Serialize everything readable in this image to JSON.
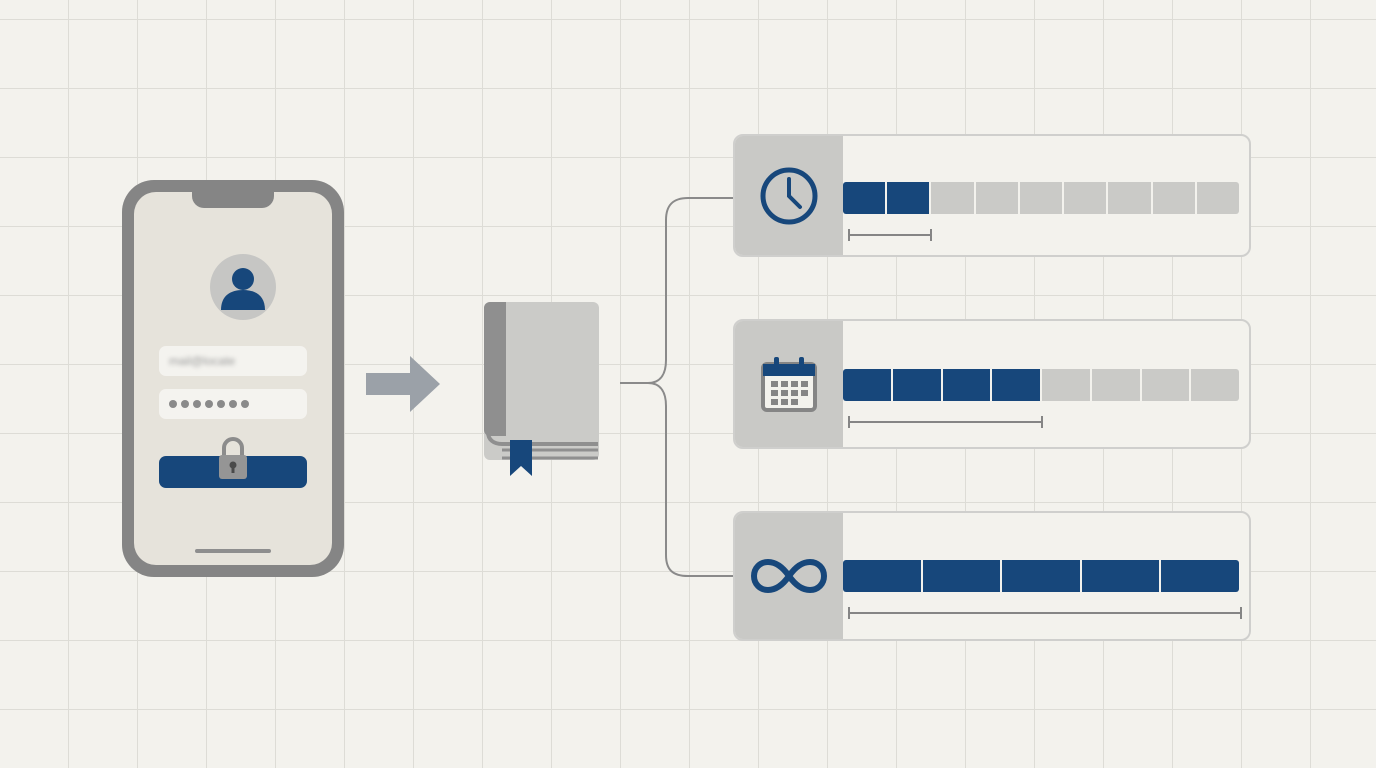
{
  "login": {
    "email_value": "mail@locate",
    "password_dot_count": 7
  },
  "icons": {
    "phone": "smartphone-icon",
    "avatar": "user-avatar-icon",
    "lock": "padlock-icon",
    "arrow": "arrow-right-icon",
    "book": "book-with-bookmark-icon",
    "tier_icons": [
      "clock-icon",
      "calendar-icon",
      "infinity-icon"
    ]
  },
  "colors": {
    "accent": "#17477b",
    "panel_gray": "#c9c9c6",
    "empty_segment": "#cacac7",
    "outline_gray": "#858585",
    "background": "#f3f2ed"
  },
  "tiers": [
    {
      "icon": "clock-icon",
      "filled_segments": 2,
      "total_segments": 9,
      "fill_fraction": 0.2
    },
    {
      "icon": "calendar-icon",
      "filled_segments": 4,
      "total_segments": 8,
      "fill_fraction": 0.5
    },
    {
      "icon": "infinity-icon",
      "filled_segments": 5,
      "total_segments": 5,
      "fill_fraction": 1.0
    }
  ]
}
